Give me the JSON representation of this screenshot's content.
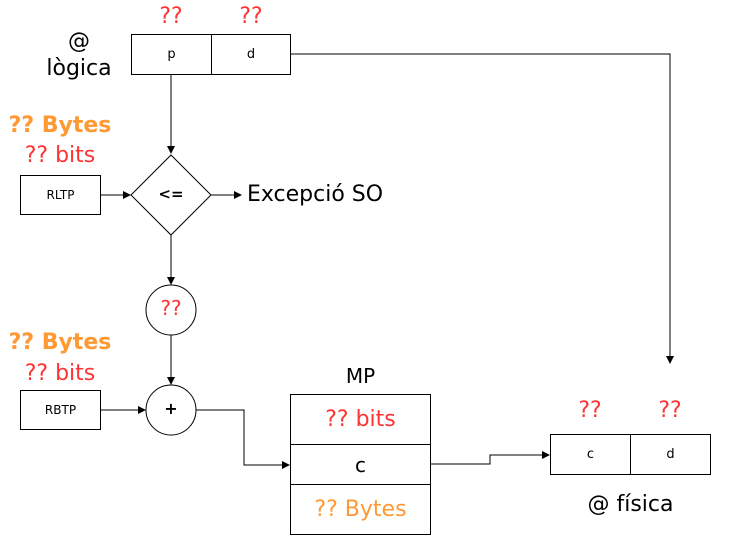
{
  "colors": {
    "unknown": "#ff3333",
    "size": "#ff9933",
    "text": "#000000"
  },
  "logical_address": {
    "label_line1": "@",
    "label_line2": "lògica",
    "fields": [
      {
        "name": "p",
        "bits": "??"
      },
      {
        "name": "d",
        "bits": "??"
      }
    ]
  },
  "rltp": {
    "label": "RLTP",
    "size_bytes": "?? Bytes",
    "size_bits": "?? bits"
  },
  "compare": {
    "op": "<=",
    "exception": "Excepció SO"
  },
  "multiplier": {
    "label": "??"
  },
  "rbtp": {
    "label": "RBTP",
    "size_bytes": "?? Bytes",
    "size_bits": "?? bits"
  },
  "adder": {
    "op": "+"
  },
  "main_memory": {
    "title": "MP",
    "rows": [
      "?? bits",
      "c",
      "?? Bytes"
    ]
  },
  "physical_address": {
    "label": "@ física",
    "fields": [
      {
        "name": "c",
        "bits": "??"
      },
      {
        "name": "d",
        "bits": "??"
      }
    ]
  }
}
